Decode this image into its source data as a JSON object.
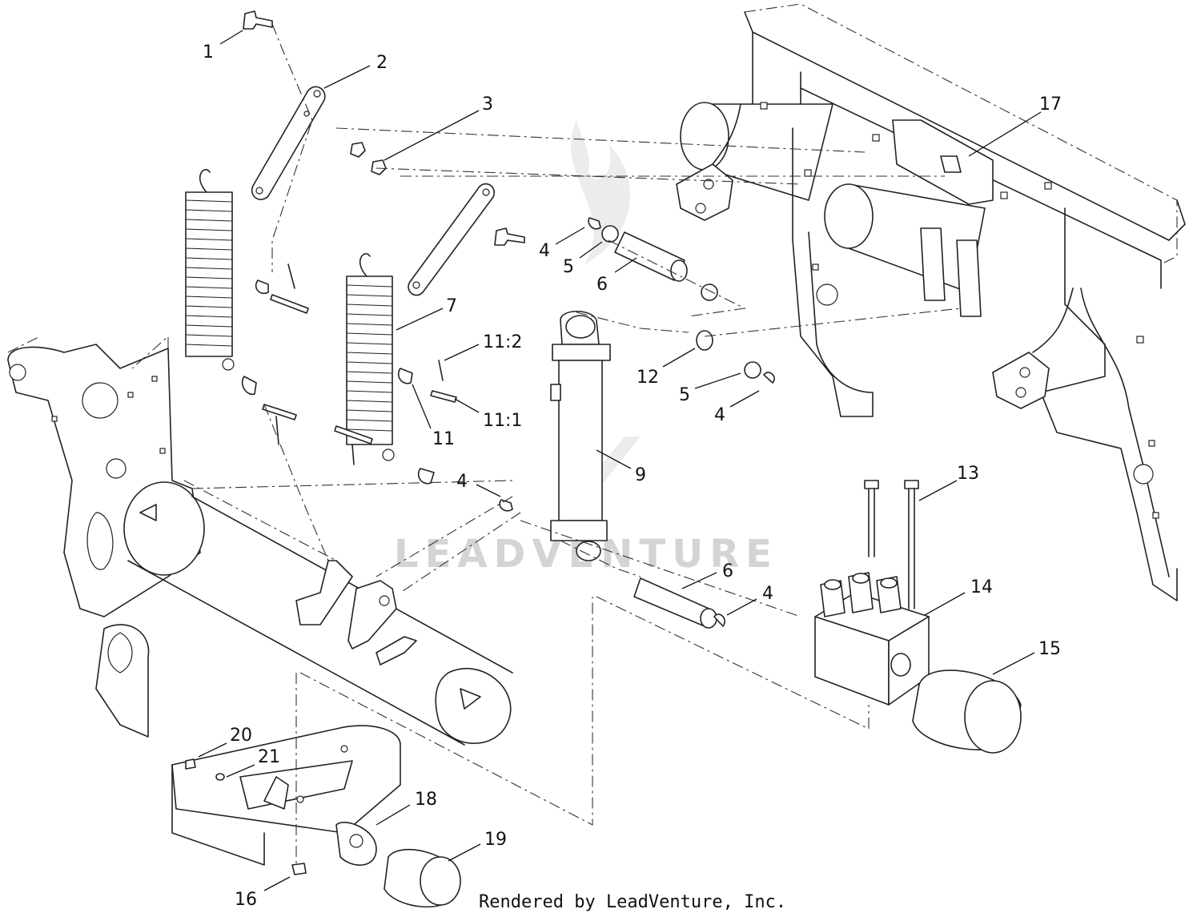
{
  "callouts": [
    {
      "id": "c1",
      "label": "1"
    },
    {
      "id": "c2",
      "label": "2"
    },
    {
      "id": "c3",
      "label": "3"
    },
    {
      "id": "c17",
      "label": "17"
    },
    {
      "id": "c4a",
      "label": "4"
    },
    {
      "id": "c5a",
      "label": "5"
    },
    {
      "id": "c6a",
      "label": "6"
    },
    {
      "id": "c7",
      "label": "7"
    },
    {
      "id": "c11-2",
      "label": "11:2"
    },
    {
      "id": "c12",
      "label": "12"
    },
    {
      "id": "c5b",
      "label": "5"
    },
    {
      "id": "c4b",
      "label": "4"
    },
    {
      "id": "c11-1",
      "label": "11:1"
    },
    {
      "id": "c11",
      "label": "11"
    },
    {
      "id": "c9",
      "label": "9"
    },
    {
      "id": "c4c",
      "label": "4"
    },
    {
      "id": "c13",
      "label": "13"
    },
    {
      "id": "c6b",
      "label": "6"
    },
    {
      "id": "c4d",
      "label": "4"
    },
    {
      "id": "c14",
      "label": "14"
    },
    {
      "id": "c15",
      "label": "15"
    },
    {
      "id": "c20",
      "label": "20"
    },
    {
      "id": "c21",
      "label": "21"
    },
    {
      "id": "c18",
      "label": "18"
    },
    {
      "id": "c19",
      "label": "19"
    },
    {
      "id": "c16",
      "label": "16"
    }
  ],
  "watermark": "LEADVENTURE",
  "credit": "Rendered by LeadVenture, Inc."
}
